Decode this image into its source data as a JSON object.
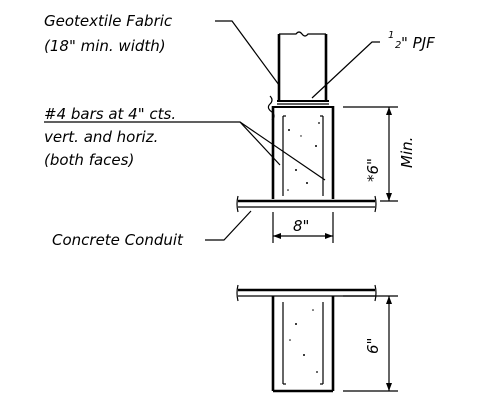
{
  "labels": {
    "geotextile_line1": "Geotextile Fabric",
    "geotextile_line2": "(18\" min. width)",
    "pjf_fraction": "1",
    "pjf_fraction_den": "2",
    "pjf_rest": "\" PJF",
    "bars_line1": "#4 bars at 4\" cts.",
    "bars_line2": "vert. and horiz.",
    "bars_line3": "(both faces)",
    "conduit": "Concrete Conduit",
    "width_dim": "8\"",
    "height_dim_top": "*6\"",
    "height_dim_top_min": "Min.",
    "height_dim_bottom": "6\""
  }
}
